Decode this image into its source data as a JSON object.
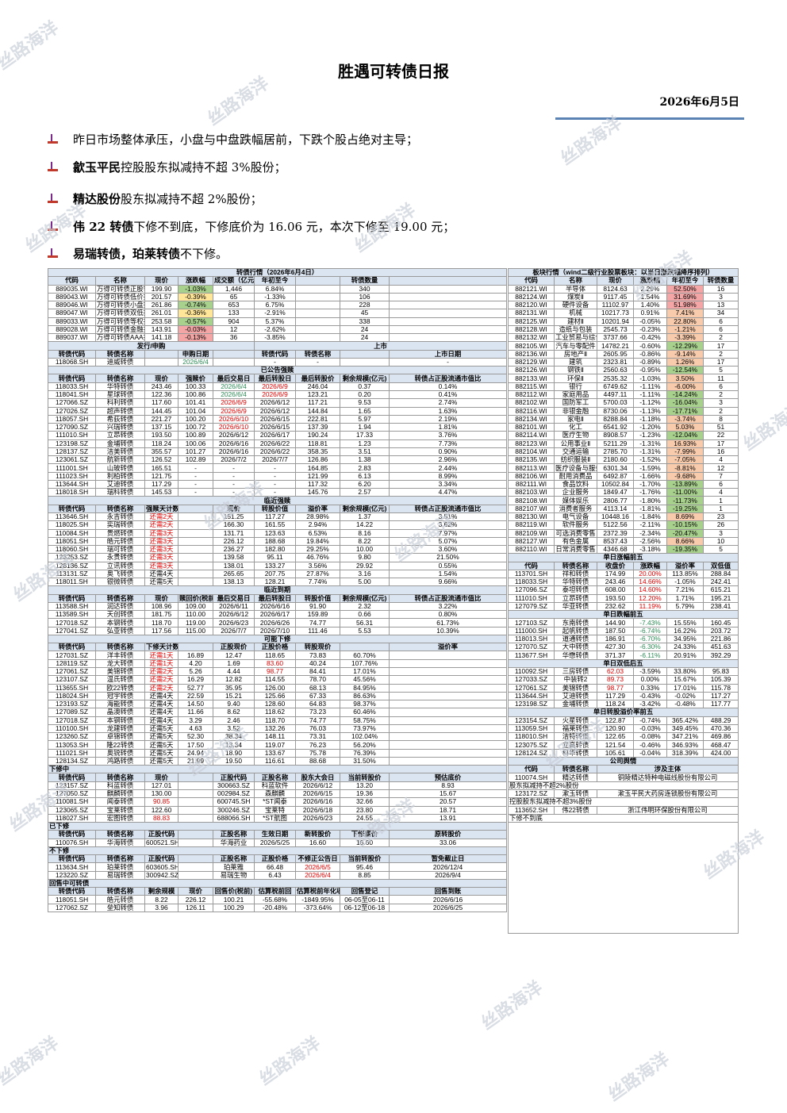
{
  "title": "胜遇可转债日报",
  "date": "2026年6月5日",
  "bullets": [
    {
      "bold": "",
      "text": "昨日市场整体承压，小盘与中盘跌幅居前，下跌个股占绝对主导；"
    },
    {
      "bold": "歙玉平民",
      "text": "控股股东拟减持不超 3%股份；"
    },
    {
      "bold": "精达股份",
      "text": "股东拟减持不超 2%股份；"
    },
    {
      "bold": "伟 22 转债",
      "text": "下修不到底，下修底价为 16.06 元，本次下修至 19.00 元；"
    },
    {
      "bold": "易瑞转债，珀莱转债",
      "text": "不下修。"
    }
  ],
  "watermark": "丝路海洋",
  "left_title": "转债行情（2026年6月4日）",
  "right_title": "板块行情（wind二级行业股票板块：以当日涨跌幅降序排列）"
}
